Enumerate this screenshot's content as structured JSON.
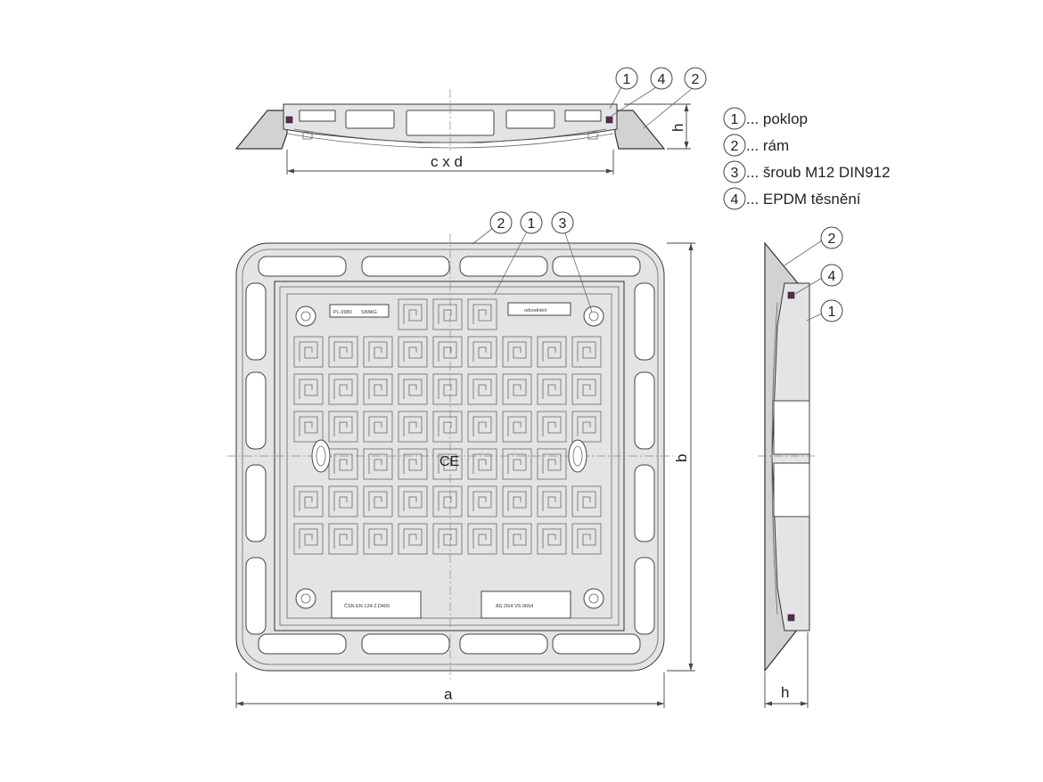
{
  "dimensions": {
    "c_x_d": "c x d",
    "h_top": "h",
    "a": "a",
    "b": "b",
    "h_side": "h"
  },
  "callouts": {
    "top_view": [
      "1",
      "4",
      "2"
    ],
    "plan_view": [
      "2",
      "1",
      "3"
    ],
    "side_view": [
      "2",
      "4",
      "1"
    ]
  },
  "legend": [
    {
      "num": "1",
      "text": "... poklop"
    },
    {
      "num": "2",
      "text": "... rám"
    },
    {
      "num": "3",
      "text": "... šroub M12 DIN912"
    },
    {
      "num": "4",
      "text": "... EPDM těsnění"
    }
  ],
  "cover_markings": {
    "top_left_label": "PL-0980",
    "top_left_box": "SIMAG",
    "top_right": "odvodnění",
    "bottom_left": "ČSN EN 124-2 D400",
    "bottom_right": "AS 20/4 VS 0664"
  },
  "colors": {
    "gasket": "#5a2a55",
    "casting": "#d2d2d2"
  }
}
